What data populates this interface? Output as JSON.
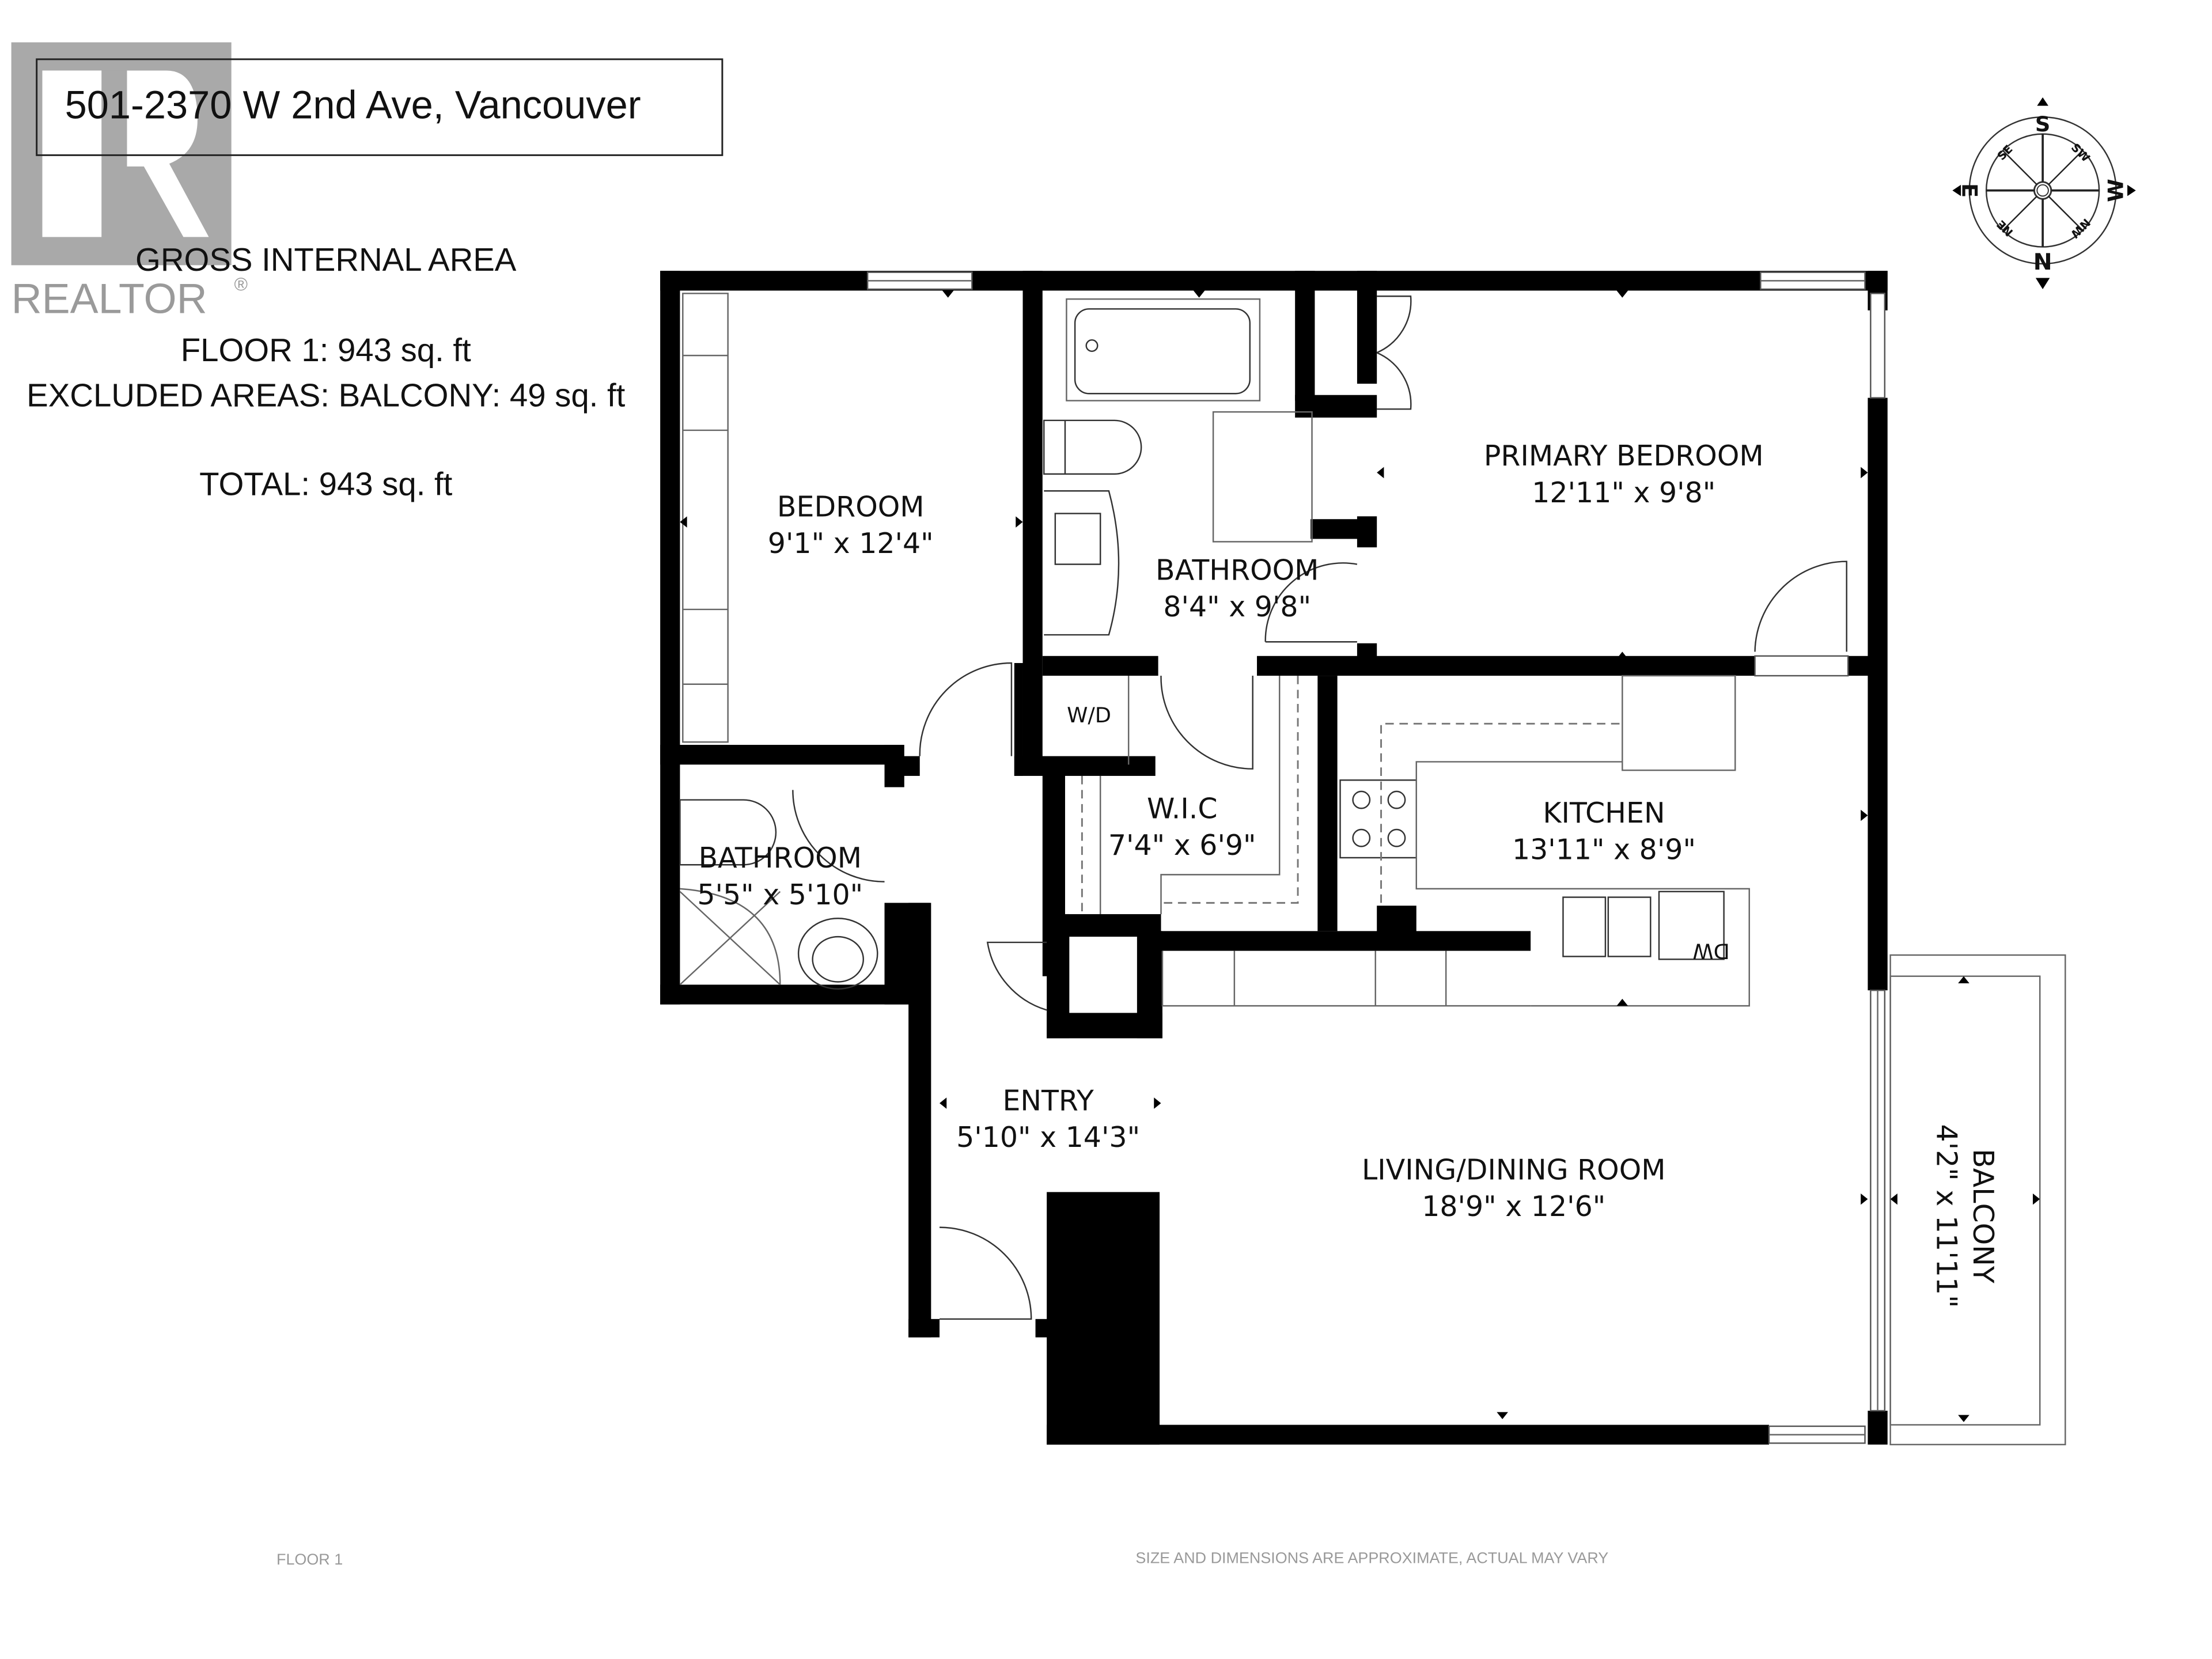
{
  "header": {
    "address": "501-2370 W 2nd Ave, Vancouver"
  },
  "watermark": {
    "logo_icon": "realtor-r-logo",
    "brand": "REALTOR",
    "registered_mark": "®"
  },
  "area_summary": {
    "heading": "GROSS INTERNAL AREA",
    "floor_line": "FLOOR 1: 943 sq. ft",
    "excluded_line": "EXCLUDED AREAS: BALCONY: 49 sq. ft",
    "total_line": "TOTAL: 943 sq. ft"
  },
  "compass": {
    "icon": "compass-rose-icon",
    "labels": {
      "top": "S",
      "bottom": "N",
      "left": "E",
      "right": "W",
      "top_left": "SE",
      "top_right": "SW",
      "bottom_left": "NE",
      "bottom_right": "NW"
    }
  },
  "rooms": {
    "bedroom": {
      "name": "BEDROOM",
      "dims": "9'1\" x 12'4\""
    },
    "bathroom_main": {
      "name": "BATHROOM",
      "dims": "8'4\" x 9'8\""
    },
    "primary_bedroom": {
      "name": "PRIMARY BEDROOM",
      "dims": "12'11\" x 9'8\""
    },
    "bathroom_small": {
      "name": "BATHROOM",
      "dims": "5'5\" x 5'10\""
    },
    "wic": {
      "name": "W.I.C",
      "dims": "7'4\" x 6'9\""
    },
    "kitchen": {
      "name": "KITCHEN",
      "dims": "13'11\" x 8'9\""
    },
    "entry": {
      "name": "ENTRY",
      "dims": "5'10\" x 14'3\""
    },
    "living_dining": {
      "name": "LIVING/DINING ROOM",
      "dims": "18'9\" x 12'6\""
    },
    "balcony": {
      "name": "BALCONY",
      "dims": "4'2\" x 11'11\""
    }
  },
  "fixtures": {
    "washer_dryer": "W/D",
    "dishwasher": "DW"
  },
  "footer": {
    "floor_label": "FLOOR 1",
    "disclaimer": "SIZE AND DIMENSIONS ARE APPROXIMATE, ACTUAL MAY VARY"
  }
}
